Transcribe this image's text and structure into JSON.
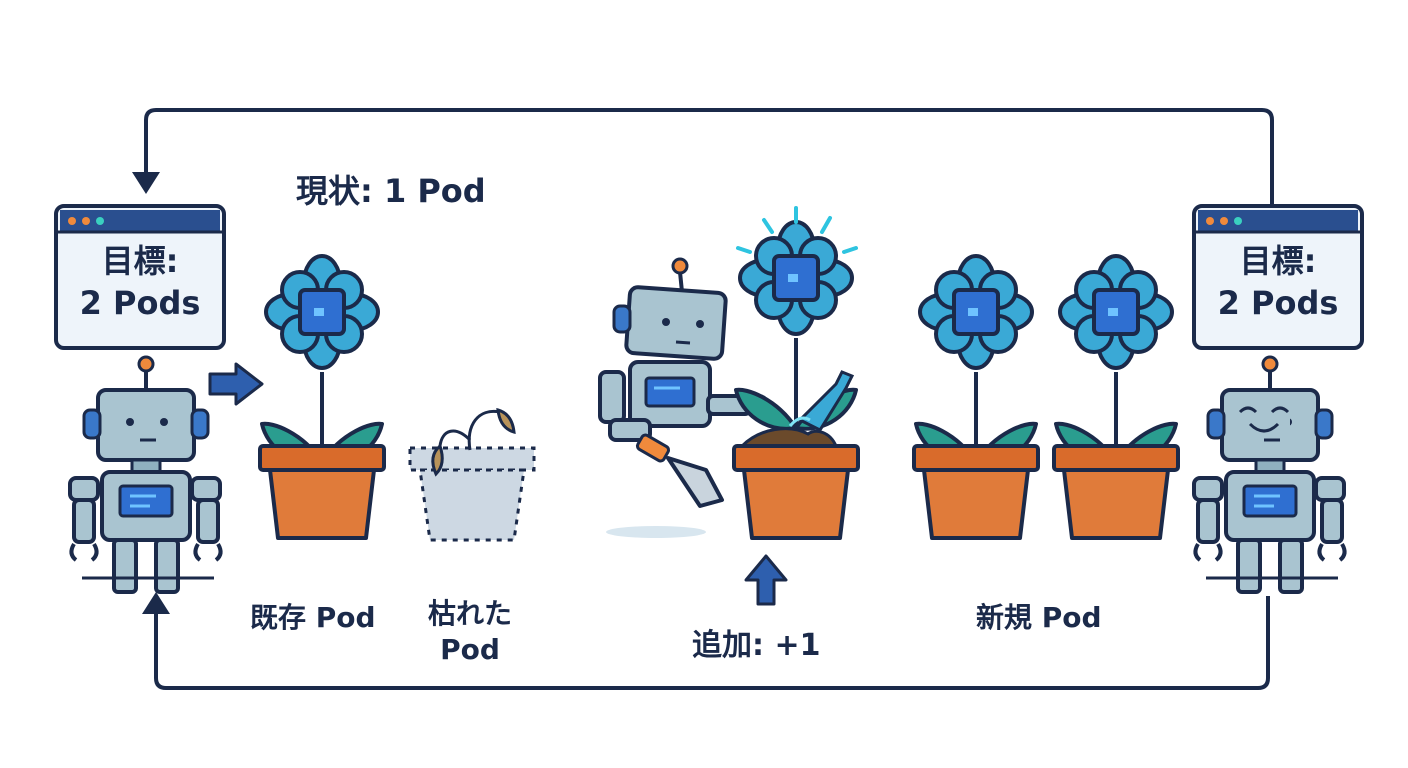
{
  "current_state": "現状: 1 Pod",
  "goal_left": {
    "line1": "目標:",
    "line2": "2 Pods"
  },
  "goal_right": {
    "line1": "目標:",
    "line2": "2 Pods"
  },
  "labels": {
    "existing_pod": "既存 Pod",
    "withered_pod_line1": "枯れた",
    "withered_pod_line2": "Pod",
    "add": "追加: +1",
    "new_pod": "新規 Pod"
  },
  "colors": {
    "outline": "#1b2a4a",
    "arrow_blue": "#2e5fae",
    "robot_body": "#a9c4d0",
    "flower_petal": "#3aa9d6",
    "flower_center": "#2f6fd1",
    "leaf": "#2a9d8f",
    "pot": "#e07b3a",
    "pot_rim": "#d96b2b",
    "window_bar": "#2a4f8f",
    "window_bg": "#eef4fa",
    "sparkle": "#2ec4e0"
  }
}
